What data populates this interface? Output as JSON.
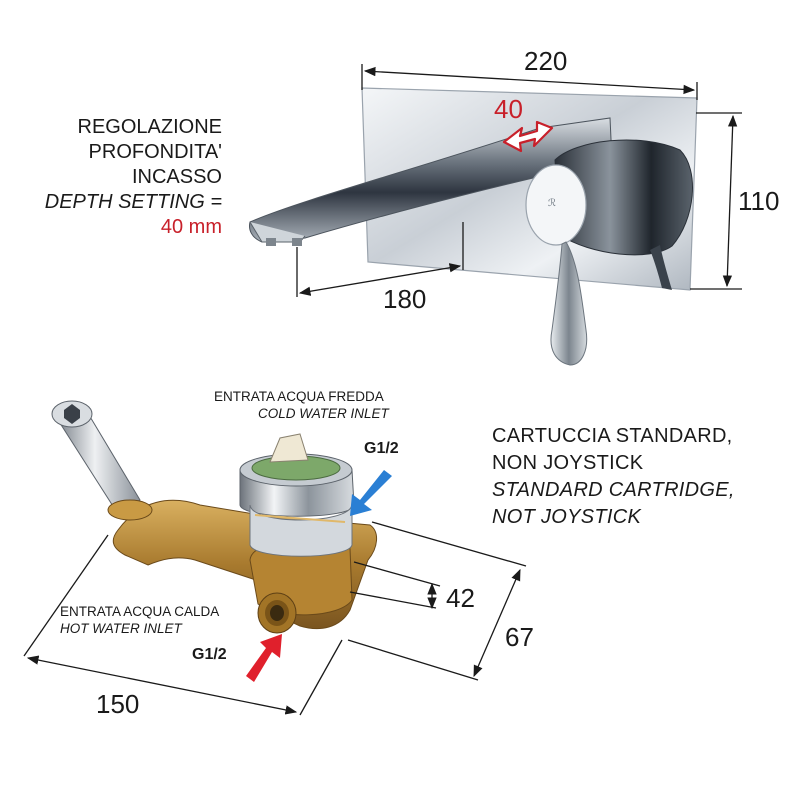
{
  "faucet": {
    "width_dim": "220",
    "height_dim": "110",
    "spout_dim": "180",
    "depth_dim": "40",
    "depth_note": {
      "line1": "REGOLAZIONE",
      "line2": "PROFONDITA'",
      "line3": "INCASSO",
      "line4": "DEPTH SETTING =",
      "line5": "40 mm"
    }
  },
  "valve": {
    "cold_inlet_it": "ENTRATA ACQUA FREDDA",
    "cold_inlet_en": "COLD WATER INLET",
    "cold_size": "G1/2",
    "hot_inlet_it": "ENTRATA ACQUA CALDA",
    "hot_inlet_en": "HOT WATER INLET",
    "hot_size": "G1/2",
    "dim_150": "150",
    "dim_67": "67",
    "dim_42": "42"
  },
  "cartridge": {
    "line1": "CARTUCCIA STANDARD,",
    "line2": "NON JOYSTICK",
    "line3": "STANDARD CARTRIDGE,",
    "line4": "NOT JOYSTICK"
  },
  "colors": {
    "accent_red": "#c8202a",
    "arrow_blue": "#2a7fd4",
    "arrow_red": "#e0202c",
    "brass": "#b8893a",
    "chrome": "#9aa3ad"
  }
}
